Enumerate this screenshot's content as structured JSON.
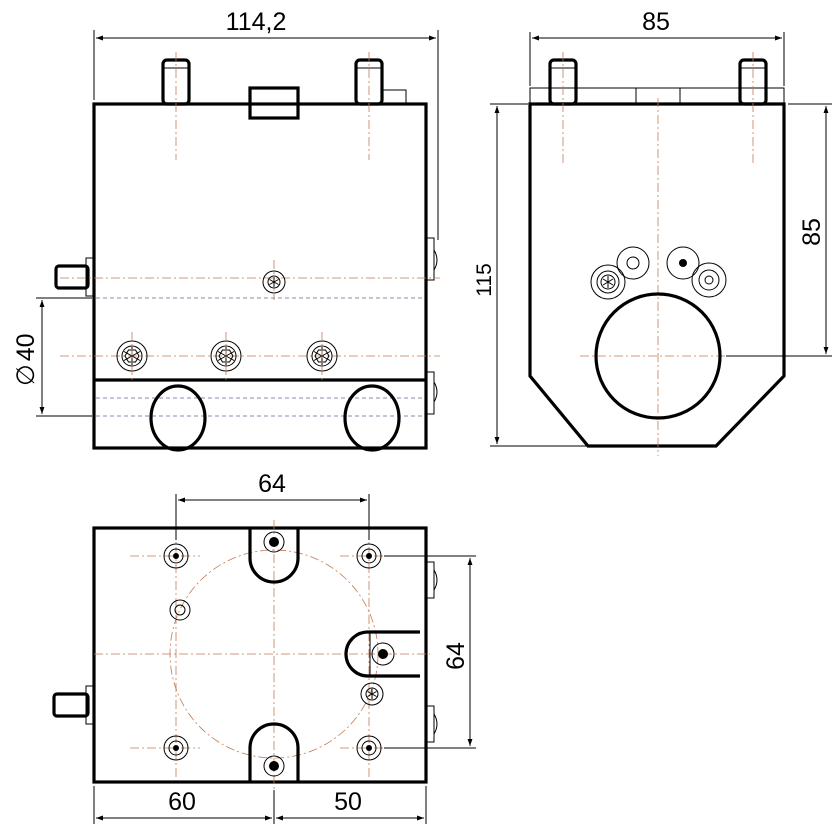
{
  "drawing": {
    "views": [
      "front-view",
      "side-view",
      "top-view"
    ],
    "dimensions": {
      "front_width": "114,2",
      "side_width": "85",
      "side_right_height": "85",
      "side_left_height": "115",
      "bore_diameter_symbol": "∅",
      "bore_diameter_value": "40",
      "top_hole_spacing_x": "64",
      "top_hole_spacing_y": "64",
      "top_left_offset": "60",
      "top_right_offset": "50"
    },
    "colors": {
      "outline": "#000000",
      "centerline": "#c47a52",
      "hidden_line": "#8a8aa8"
    }
  }
}
